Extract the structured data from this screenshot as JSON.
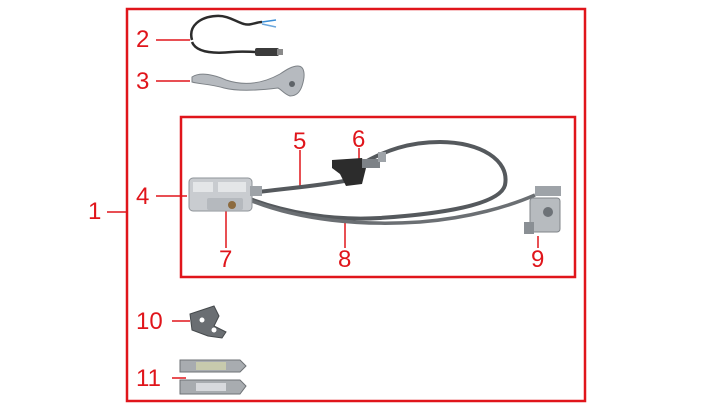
{
  "theme": {
    "accent": "#e0151b",
    "metal": "#9ea3a8",
    "hose": "#55595d",
    "dark": "#2c2c2c"
  },
  "callouts": {
    "c1": "1",
    "c2": "2",
    "c3": "3",
    "c4": "4",
    "c5": "5",
    "c6": "6",
    "c7": "7",
    "c8": "8",
    "c9": "9",
    "c10": "10",
    "c11": "11"
  },
  "parts": {
    "p2": "brake-switch-wire",
    "p3": "brake-lever",
    "p4": "front-brake-caliper",
    "p5": "front-brake-hose",
    "p6": "master-cylinder",
    "p7": "caliper-piston-body",
    "p8": "rear-brake-hose",
    "p9": "rear-brake-caliper",
    "p10": "caliper-mounting-bracket",
    "p11": "brake-pads"
  }
}
